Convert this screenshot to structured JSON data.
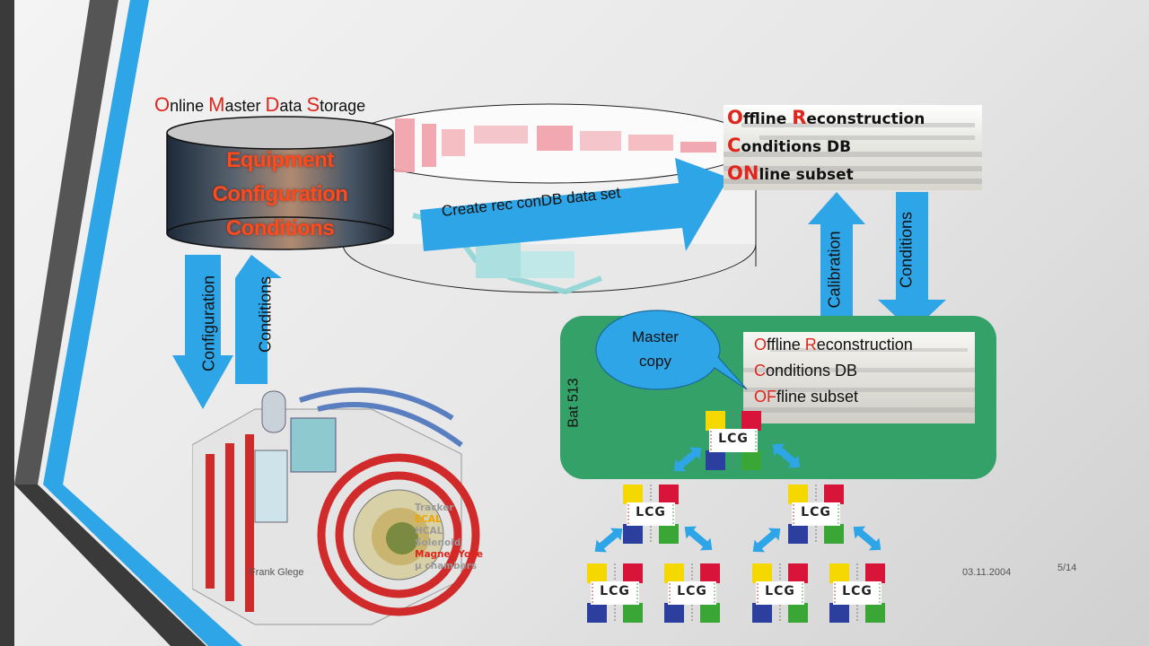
{
  "omds": {
    "title_parts": [
      {
        "cap": "O",
        "rest": "nline "
      },
      {
        "cap": "M",
        "rest": "aster "
      },
      {
        "cap": "D",
        "rest": "ata "
      },
      {
        "cap": "S",
        "rest": "torage"
      }
    ],
    "cylinder_lines": [
      "Equipment",
      "Configuration",
      "Conditions"
    ]
  },
  "arrows": {
    "create": "Create rec conDB data set",
    "configuration": "Configuration",
    "conditions_left": "Conditions",
    "calibration": "Calibration",
    "conditions_right": "Conditions"
  },
  "orcon": {
    "lines": [
      {
        "cap": "O",
        "rest": "ffline "
      },
      {
        "cap": "R",
        "rest": "econstruction"
      },
      {
        "cap": "C",
        "rest": "onditions DB"
      },
      {
        "cap": "ON",
        "rest": "line subset"
      }
    ]
  },
  "bat": {
    "label": "Bat 513",
    "bubble_lines": [
      "Master",
      "copy"
    ],
    "orcof": {
      "l1_cap1": "O",
      "l1_rest1": "ffline ",
      "l1_cap2": "R",
      "l1_rest2": "econstruction",
      "l2_cap": "C",
      "l2_rest": "onditions DB",
      "l3_cap": "OF",
      "l3_rest": "fline subset"
    }
  },
  "grid": {
    "node_label": "LCG"
  },
  "detector": {
    "labels": [
      {
        "text": "Tracker",
        "color": "#9a9a9a"
      },
      {
        "text": "ECAL",
        "color": "#f0a500"
      },
      {
        "text": "HCAL",
        "color": "#9a9a9a"
      },
      {
        "text": "Solenoid",
        "color": "#9a9a9a"
      },
      {
        "text": "Magnet Yoke",
        "color": "#e0251c"
      },
      {
        "text": "µ chambers",
        "color": "#9a9a9a"
      }
    ]
  },
  "footer": {
    "author": "Frank Glege",
    "date": "03.11.2004",
    "page": "5/14"
  },
  "colors": {
    "arrow_blue": "#2ea5e6",
    "bat_green": "#34a169",
    "accent_red": "#e0251c",
    "lcg_yellow": "#f5d800",
    "lcg_red": "#d9143a",
    "lcg_blue": "#2c3e9e",
    "lcg_green": "#3aa635"
  }
}
